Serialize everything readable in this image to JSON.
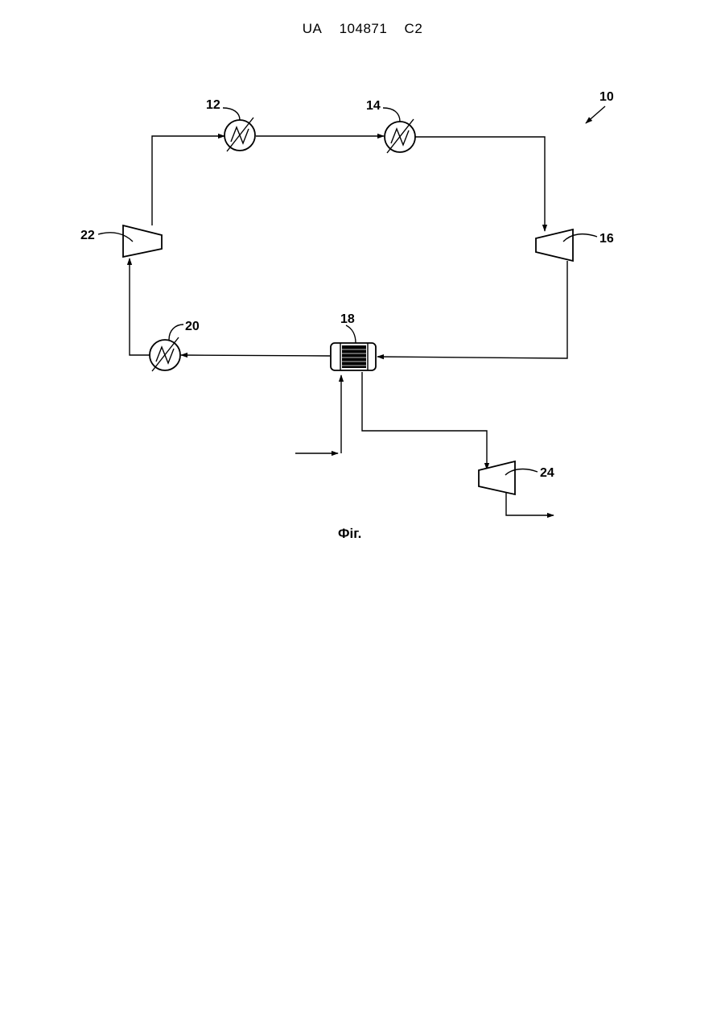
{
  "header": {
    "country": "UA",
    "number": "104871",
    "kind": "C2"
  },
  "diagram": {
    "system_label": "10",
    "labels": {
      "heat_exchanger_12": "12",
      "heat_exchanger_14": "14",
      "turbine_16": "16",
      "heat_exchanger_18": "18",
      "heat_exchanger_20": "20",
      "compressor_22": "22",
      "turbine_24": "24"
    },
    "caption": "Фіг."
  }
}
